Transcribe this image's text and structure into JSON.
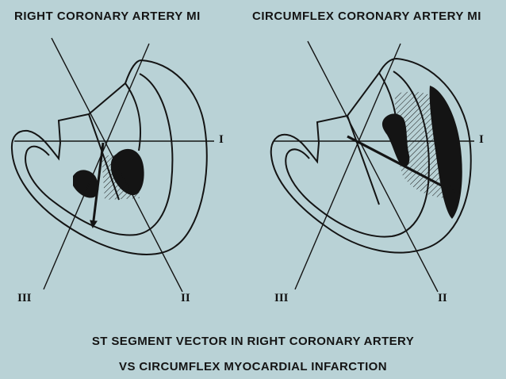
{
  "left_panel": {
    "title": "RIGHT CORONARY ARTERY MI",
    "axes": {
      "lead_i": "I",
      "lead_ii": "II",
      "lead_iii": "III"
    }
  },
  "right_panel": {
    "title": "CIRCUMFLEX CORONARY ARTERY MI",
    "axes": {
      "lead_i": "I",
      "lead_ii": "II",
      "lead_iii": "III"
    }
  },
  "caption": {
    "line1": "ST SEGMENT VECTOR IN RIGHT CORONARY ARTERY",
    "line2": "VS CIRCUMFLEX MYOCARDIAL INFARCTION"
  },
  "colors": {
    "background": "#b9d2d6",
    "ink": "#141414"
  }
}
